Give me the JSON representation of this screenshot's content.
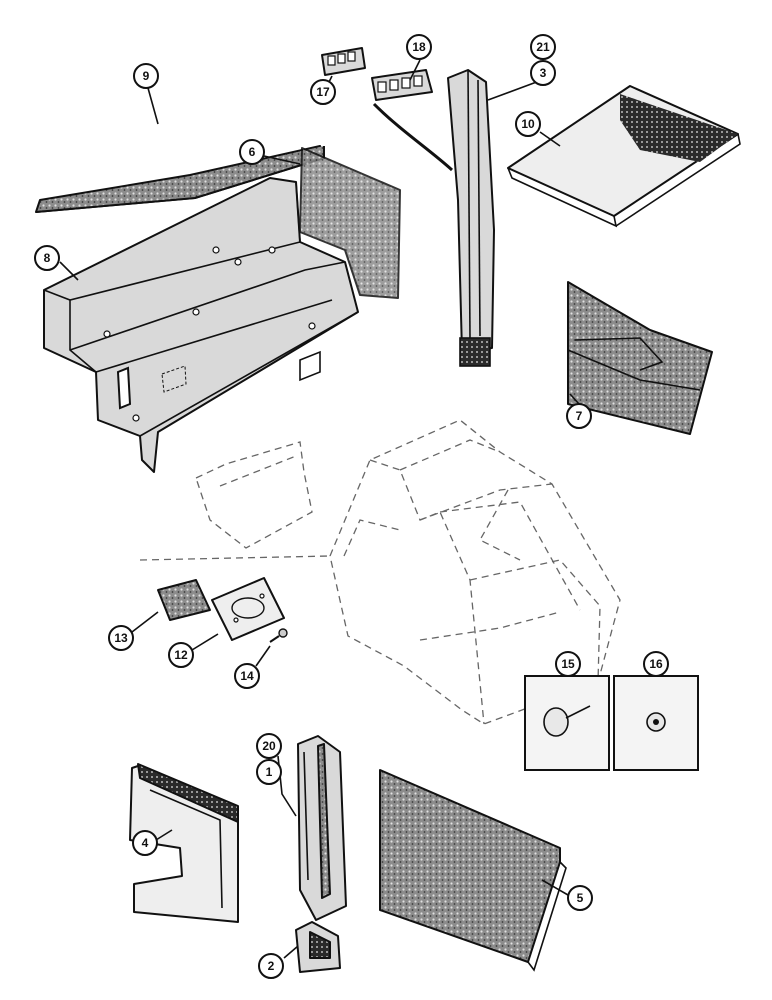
{
  "diagram": {
    "callouts": [
      {
        "id": "9",
        "label": "9"
      },
      {
        "id": "6",
        "label": "6"
      },
      {
        "id": "8",
        "label": "8"
      },
      {
        "id": "17",
        "label": "17"
      },
      {
        "id": "18",
        "label": "18"
      },
      {
        "id": "21",
        "label": "21"
      },
      {
        "id": "3",
        "label": "3"
      },
      {
        "id": "10",
        "label": "10"
      },
      {
        "id": "7",
        "label": "7"
      },
      {
        "id": "13",
        "label": "13"
      },
      {
        "id": "12",
        "label": "12"
      },
      {
        "id": "14",
        "label": "14"
      },
      {
        "id": "15",
        "label": "15"
      },
      {
        "id": "16",
        "label": "16"
      },
      {
        "id": "20",
        "label": "20"
      },
      {
        "id": "1",
        "label": "1"
      },
      {
        "id": "4",
        "label": "4"
      },
      {
        "id": "5",
        "label": "5"
      },
      {
        "id": "2",
        "label": "2"
      }
    ]
  }
}
